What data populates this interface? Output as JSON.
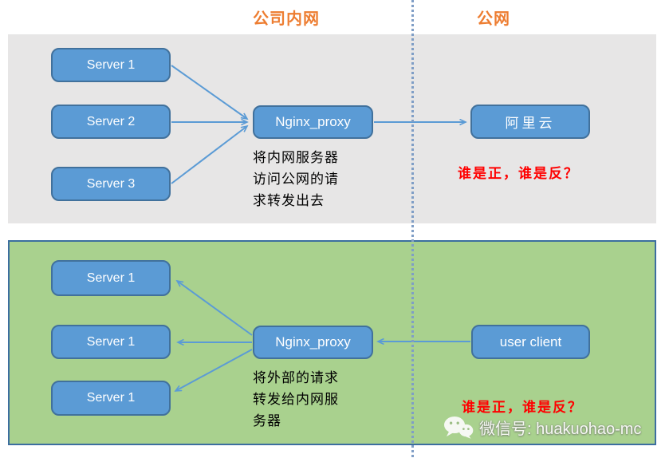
{
  "headers": {
    "intranet_label": "公司内网",
    "public_label": "公网"
  },
  "top_section": {
    "servers": [
      "Server 1",
      "Server 2",
      "Server 3"
    ],
    "proxy_label": "Nginx_proxy",
    "cloud_label": "阿里云",
    "note_lines": [
      "将内网服务器",
      "访问公网的请",
      "求转发出去"
    ],
    "question": "谁是正，谁是反？"
  },
  "bottom_section": {
    "servers": [
      "Server 1",
      "Server 1",
      "Server 1"
    ],
    "proxy_label": "Nginx_proxy",
    "client_label": "user client",
    "note_lines": [
      "将外部的请求",
      "转发给内网服",
      "务器"
    ],
    "question": "谁是正，谁是反？"
  },
  "watermark": {
    "label": "微信号: huakuohao-mc",
    "icon": "wechat-icon"
  },
  "colors": {
    "header_text": "#ED7D31",
    "node_fill": "#5B9BD5",
    "node_border": "#41719C",
    "arrow": "#5B9BD5",
    "top_section_bg": "#E7E6E6",
    "bottom_section_bg": "#A9D18E",
    "bottom_section_border": "#3C6E9F",
    "question_text": "#FF0000",
    "divider": "#7F9EC6"
  }
}
